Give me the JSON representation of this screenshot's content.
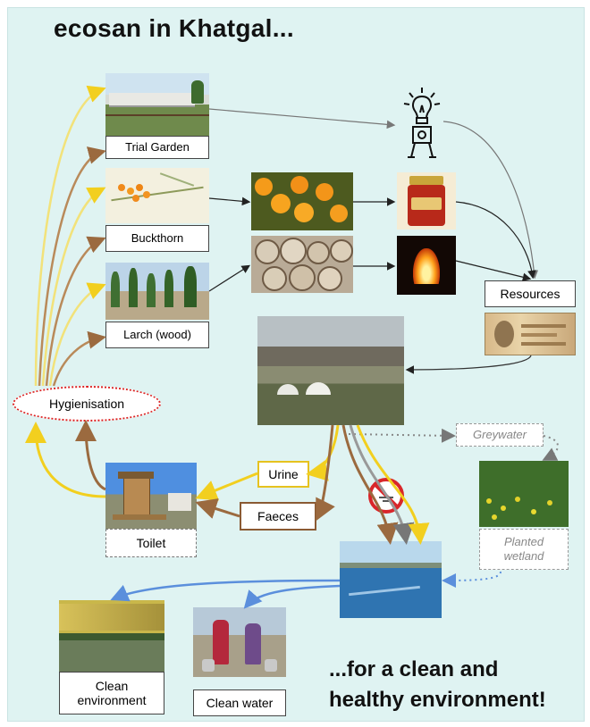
{
  "title": "ecosan in Khatgal...",
  "tagline": {
    "line1": "...for a clean and",
    "line2": "healthy environment!"
  },
  "labels": {
    "trial_garden": "Trial Garden",
    "buckthorn": "Buckthorn",
    "larch": "Larch (wood)",
    "resources": "Resources",
    "hygienisation": "Hygienisation",
    "urine": "Urine",
    "faeces": "Faeces",
    "toilet": "Toilet",
    "greywater": "Greywater",
    "planted_wetland_1": "Planted",
    "planted_wetland_2": "wetland",
    "clean_environment_1": "Clean",
    "clean_environment_2": "environment",
    "clean_water": "Clean water"
  },
  "icons": {
    "energy": "lightbulb-icon",
    "prohibited": "prohibited-icon"
  },
  "colors": {
    "background": "#dff3f2",
    "urine_arrow": "#f2cf1f",
    "faeces_arrow": "#9b6a3f",
    "blue_arrow": "#5b8fdc",
    "grey_arrow": "#999999",
    "hygiene_border": "#dd2222"
  }
}
